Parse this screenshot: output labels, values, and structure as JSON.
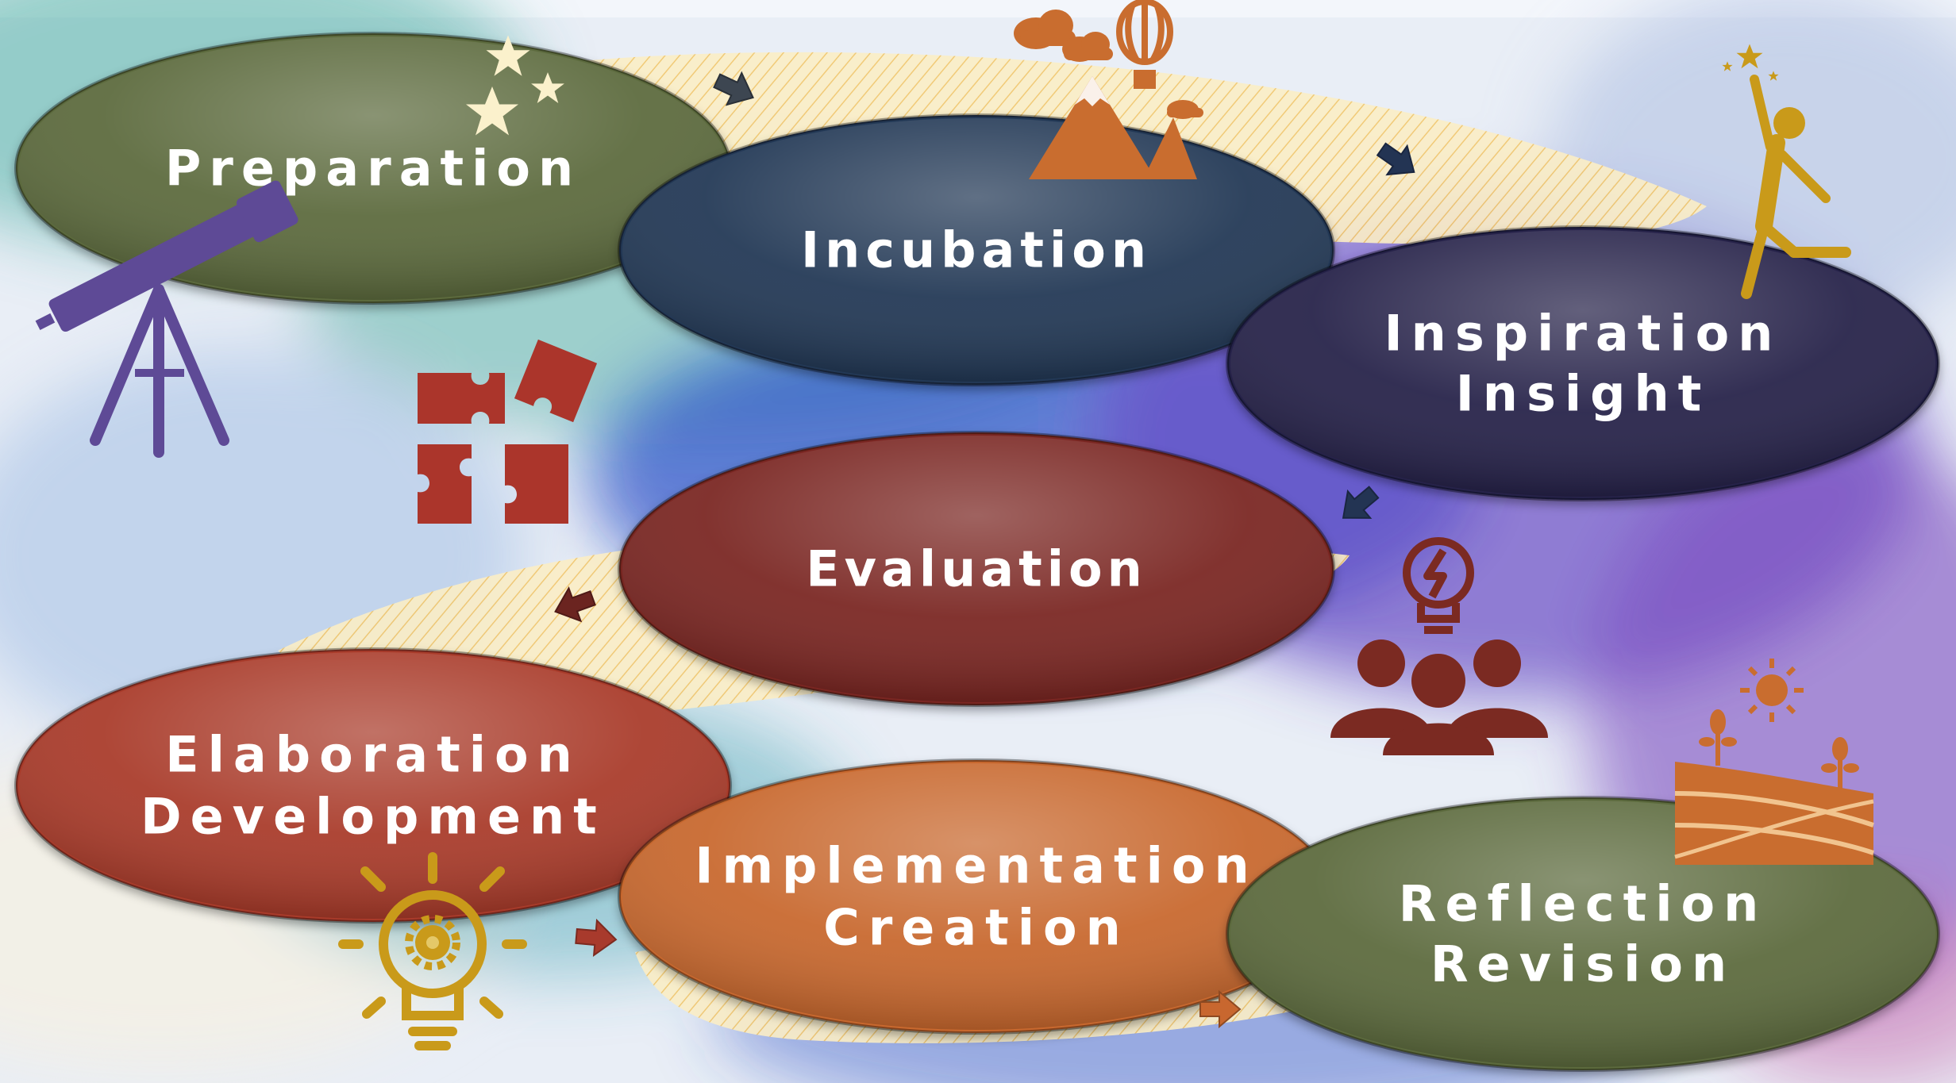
{
  "stages": [
    {
      "id": "preparation",
      "lines": [
        "Preparation"
      ],
      "color": "#5c6b3d"
    },
    {
      "id": "incubation",
      "lines": [
        "Incubation"
      ],
      "color": "#243754"
    },
    {
      "id": "inspiration",
      "lines": [
        "Inspiration",
        "Insight"
      ],
      "color": "#25234a"
    },
    {
      "id": "evaluation",
      "lines": [
        "Evaluation"
      ],
      "color": "#7a2820"
    },
    {
      "id": "elaboration",
      "lines": [
        "Elaboration",
        "Development"
      ],
      "color": "#a93a2c"
    },
    {
      "id": "implementation",
      "lines": [
        "Implementation",
        "Creation"
      ],
      "color": "#c8672f"
    },
    {
      "id": "reflection",
      "lines": [
        "Reflection",
        "Revision"
      ],
      "color": "#5c6b3d"
    }
  ],
  "icons": [
    "stars-icon",
    "telescope-icon",
    "mountain-icon",
    "hot-air-balloon-icon",
    "clouds-icon",
    "person-reaching-star-icon",
    "puzzle-icon",
    "lightbulb-bolt-icon",
    "group-people-icon",
    "lightbulb-gear-icon",
    "sun-icon",
    "field-sprouts-icon"
  ],
  "colors": {
    "arrow_dark": "#3d4651",
    "arrow_navy": "#233453",
    "arrow_maroon": "#6b2420",
    "arrow_red": "#a83a2c",
    "arrow_orange": "#c8672f",
    "icon_orange": "#c96d2f",
    "icon_purple": "#5e4a96",
    "icon_gold": "#c99a1a",
    "icon_red": "#ab352b",
    "icon_maroon": "#7b2a22",
    "star_cream": "#fbf1cc"
  }
}
